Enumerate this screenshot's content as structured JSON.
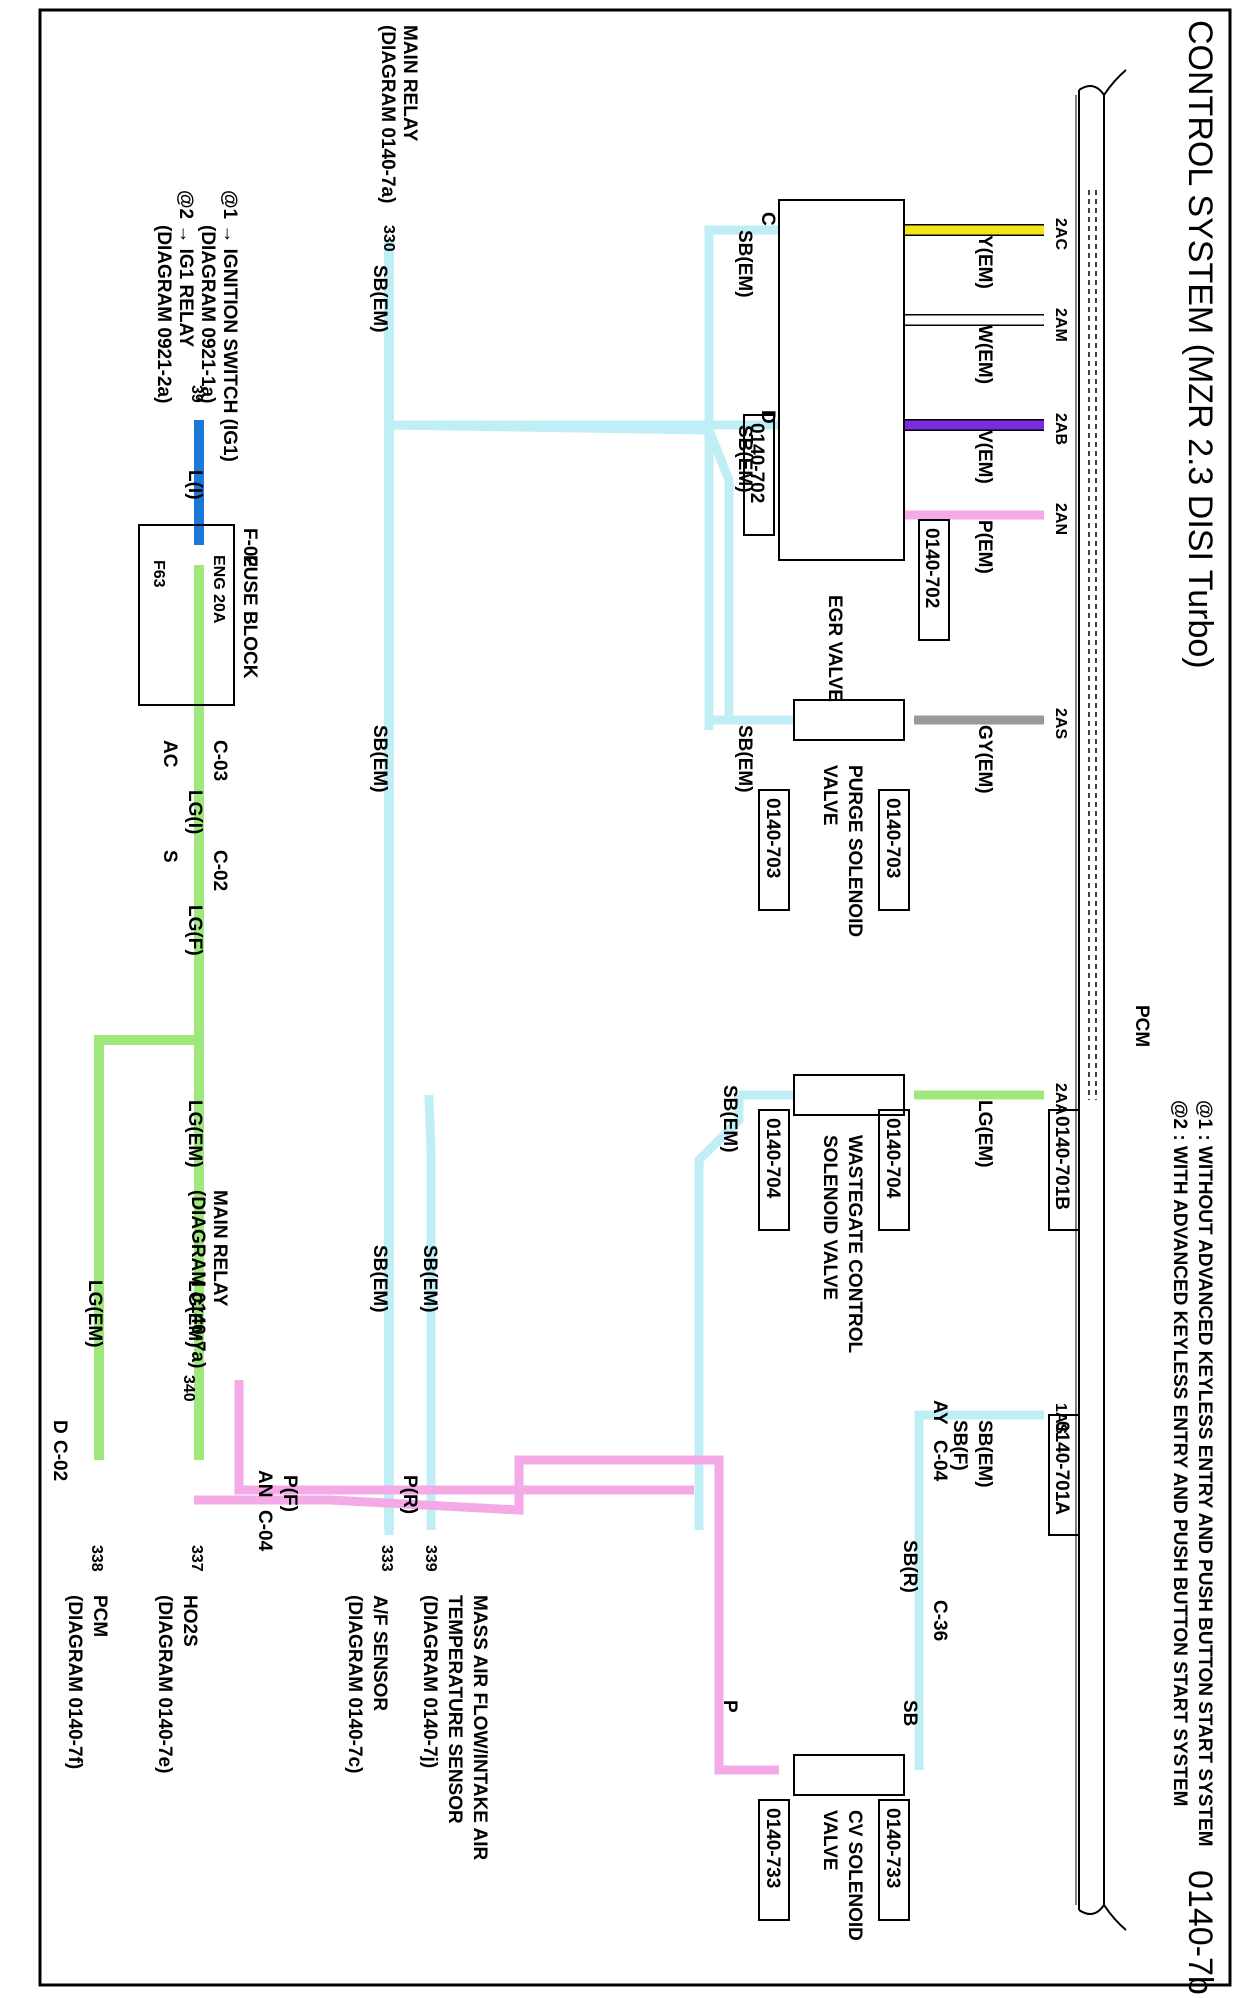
{
  "title": "CONTROL SYSTEM (MZR 2.3 DISI Turbo)",
  "page_id": "0140-7b",
  "notes": [
    "@1 : WITHOUT ADVANCED KEYLESS ENTRY AND PUSH BUTTON START SYSTEM",
    "@2 : WITH ADVANCED KEYLESS ENTRY AND PUSH BUTTON START SYSTEM"
  ],
  "pcm_label": "PCM",
  "pcm_connectors": [
    "0140-701B",
    "0140-701A"
  ],
  "pcm_terminals": [
    "2AC",
    "2AM",
    "2AB",
    "2AN",
    "2AS",
    "2AA",
    "1AS"
  ],
  "colors": {
    "Y": "#f2e619",
    "W": "#ffffff",
    "V": "#7a2be0",
    "P": "#f4aae6",
    "GY": "#999999",
    "LG": "#9fe87c",
    "SB": "#bfeff5",
    "L": "#1a78d8"
  },
  "wires": {
    "y_em": "Y(EM)",
    "w_em": "W(EM)",
    "v_em": "V(EM)",
    "p_em": "P(EM)",
    "gy_em": "GY(EM)",
    "lg_em": "LG(EM)",
    "sb_em": "SB(EM)",
    "sb_f": "SB(F)",
    "sb_r": "SB(R)",
    "sb": "SB",
    "p": "P",
    "p_r": "P(R)",
    "p_f": "P(F)",
    "l_i": "L(I)",
    "lg_i": "LG(I)",
    "lg_f": "LG(F)"
  },
  "egr": {
    "name": "EGR VALVE",
    "connector": "0140-702",
    "pin_c": "C",
    "pin_d": "D"
  },
  "purge": {
    "name_line1": "PURGE SOLENOID",
    "name_line2": "VALVE",
    "connector": "0140-703"
  },
  "wastegate": {
    "name_line1": "WASTEGATE CONTROL",
    "name_line2": "SOLENOID VALVE",
    "connector": "0140-704"
  },
  "cv": {
    "name_line1": "CV SOLENOID",
    "name_line2": "VALVE",
    "connector": "0140-733"
  },
  "connectors": {
    "c02_a": "D",
    "c02_name": "C-02",
    "c04_a": "AY",
    "c04_name": "C-04",
    "c36_name": "C-36",
    "c04b_a": "AN",
    "c03_name": "C-03",
    "c03_pin": "AC",
    "c02b_name": "C-02",
    "c02b_pin": "S"
  },
  "main_relay_1": {
    "line1": "MAIN RELAY",
    "line2": "(DIAGRAM 0140-7a)",
    "ref": "330"
  },
  "main_relay_2": {
    "line1": "MAIN RELAY",
    "line2": "(DIAGRAM 0140-7a)",
    "ref": "340"
  },
  "maf": {
    "line1": "MASS AIR FLOW/INTAKE AIR",
    "line2": "TEMPERATURE SENSOR",
    "line3": "(DIAGRAM 0140-7j)",
    "ref": "339"
  },
  "af": {
    "line1": "A/F SENSOR",
    "line2": "(DIAGRAM 0140-7c)",
    "ref": "333"
  },
  "ho2s": {
    "line1": "HO2S",
    "line2": "(DIAGRAM 0140-7e)",
    "ref": "337"
  },
  "pcm_ref": {
    "line1": "PCM",
    "line2": "(DIAGRAM 0140-7f)",
    "ref": "338"
  },
  "ign": {
    "l1": "@1 → IGNITION SWITCH (IG1)",
    "l2": "(DIAGRAM 0921-1a)",
    "l3": "@2 → IG1 RELAY",
    "l4": "(DIAGRAM 0921-2a)",
    "ref": "39"
  },
  "fuse": {
    "name": "F-02",
    "label": "FUSE BLOCK",
    "fuse": "ENG 20A",
    "id": "F63"
  }
}
